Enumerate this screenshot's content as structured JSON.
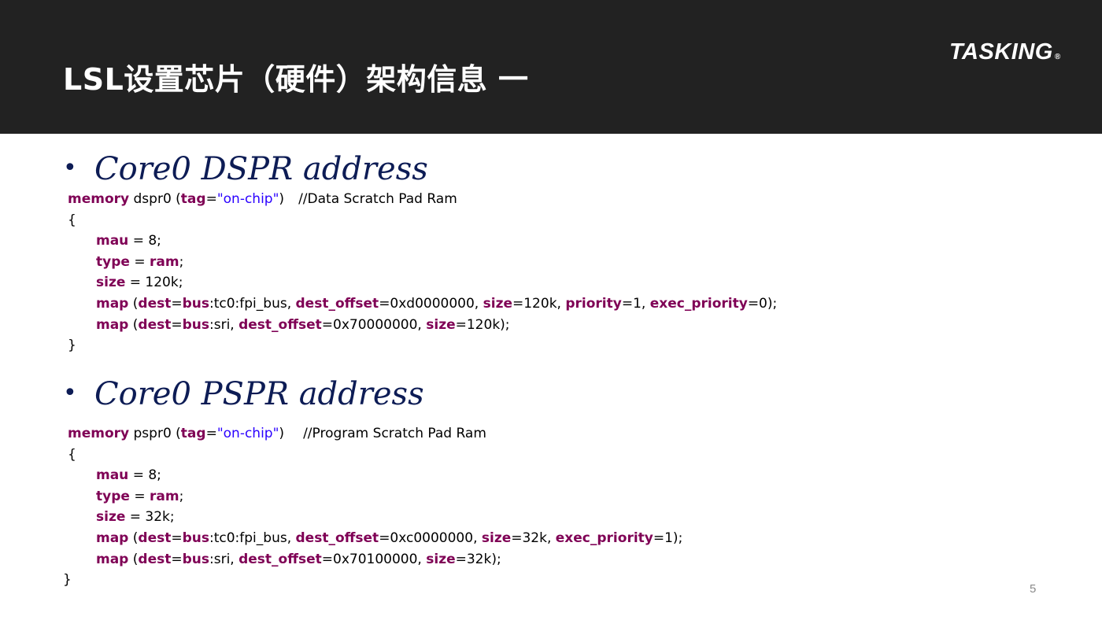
{
  "header": {
    "title": "LSL设置芯片（硬件）架构信息 一",
    "logo": "TASKING",
    "logo_mark": "®"
  },
  "colors": {
    "header_bg": "#222222",
    "keyword": "#7f0055",
    "string": "#2a00ff",
    "heading": "#0d1c55"
  },
  "sections": [
    {
      "bullet": "•",
      "heading": "Core0 DSPR address",
      "code": {
        "decl": {
          "kw": "memory",
          "name": " dspr0 (",
          "tag_kw": "tag",
          "eq": "=",
          "tag_val": "\"on-chip\"",
          "close": ")",
          "comment": "//Data Scratch Pad Ram"
        },
        "open": "{",
        "mau": {
          "kw": "mau",
          "rest": " = 8;"
        },
        "type": {
          "kw": "type",
          "eq": " = ",
          "val": "ram",
          "end": ";"
        },
        "size": {
          "kw": "size",
          "rest": " = 120k;"
        },
        "map1": {
          "kw": "map",
          "p1": " (",
          "dest": "dest",
          "eq1": "=",
          "bus": "bus",
          "p2": ":tc0:fpi_bus, ",
          "off": "dest_offset",
          "p3": "=0xd0000000, ",
          "size": "size",
          "p4": "=120k, ",
          "prio": "priority",
          "p5": "=1, ",
          "eprio": "exec_priority",
          "p6": "=0);"
        },
        "map2": {
          "kw": "map",
          "p1": " (",
          "dest": "dest",
          "eq1": "=",
          "bus": "bus",
          "p2": ":sri, ",
          "off": "dest_offset",
          "p3": "=0x70000000, ",
          "size": "size",
          "p4": "=120k);"
        },
        "close": "}"
      }
    },
    {
      "bullet": "•",
      "heading": "Core0 PSPR address",
      "code": {
        "decl": {
          "kw": "memory",
          "name": " pspr0 (",
          "tag_kw": "tag",
          "eq": "=",
          "tag_val": "\"on-chip\"",
          "close": ")",
          "comment": "//Program Scratch Pad Ram"
        },
        "open": "{",
        "mau": {
          "kw": "mau",
          "rest": " = 8;"
        },
        "type": {
          "kw": "type",
          "eq": " = ",
          "val": "ram",
          "end": ";"
        },
        "size": {
          "kw": "size",
          "rest": " = 32k;"
        },
        "map1": {
          "kw": "map",
          "p1": " (",
          "dest": "dest",
          "eq1": "=",
          "bus": "bus",
          "p2": ":tc0:fpi_bus, ",
          "off": "dest_offset",
          "p3": "=0xc0000000, ",
          "size": "size",
          "p4": "=32k, ",
          "eprio": "exec_priority",
          "p6": "=1);"
        },
        "map2": {
          "kw": "map",
          "p1": " (",
          "dest": "dest",
          "eq1": "=",
          "bus": "bus",
          "p2": ":sri, ",
          "off": "dest_offset",
          "p3": "=0x70100000, ",
          "size": "size",
          "p4": "=32k);"
        },
        "close": "}"
      }
    }
  ],
  "page_number": "5"
}
